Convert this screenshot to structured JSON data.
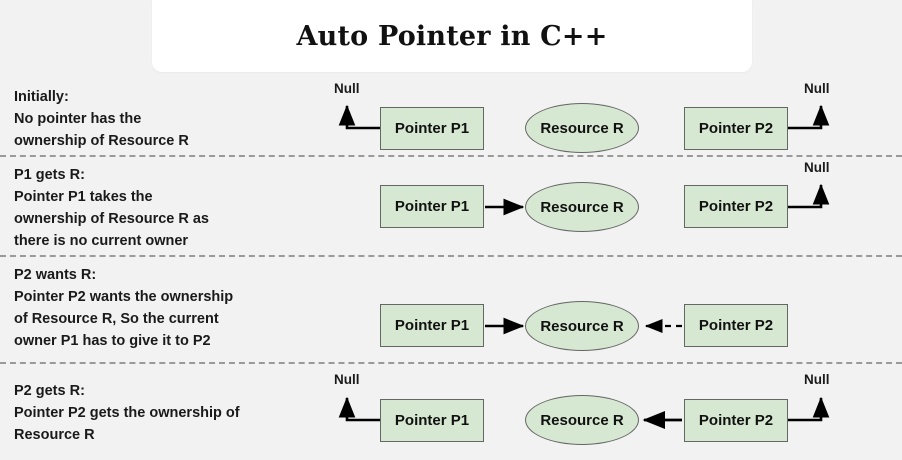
{
  "title": "Auto Pointer in C++",
  "theme": {
    "background": "#f2f2f2",
    "card_background": "#ffffff",
    "node_fill": "#d6e8d1",
    "node_stroke": "#666666",
    "text_color": "#1a1a1a",
    "separator_color": "#9a9a9a"
  },
  "labels": {
    "null": "Null",
    "pointer_p1": "Pointer P1",
    "pointer_p2": "Pointer P2",
    "resource_r": "Resource R"
  },
  "rows": [
    {
      "id": "initially",
      "heading": "Initially:",
      "description": "Initially:\nNo pointer has the\nownership of Resource R",
      "p1_null": true,
      "p2_null": true,
      "p1_to_r": "none",
      "p2_to_r": "none"
    },
    {
      "id": "p1-gets-r",
      "heading": "P1 gets R:",
      "description": "P1 gets R:\nPointer P1 takes the\nownership of Resource R as\nthere is no current owner",
      "p1_null": false,
      "p2_null": true,
      "p1_to_r": "solid",
      "p2_to_r": "none"
    },
    {
      "id": "p2-wants-r",
      "heading": "P2 wants R:",
      "description": "P2 wants R:\nPointer P2 wants the ownership\nof Resource R, So the current\nowner P1 has to give it to P2",
      "p1_null": false,
      "p2_null": false,
      "p1_to_r": "solid",
      "p2_to_r": "dashed"
    },
    {
      "id": "p2-gets-r",
      "heading": "P2 gets R:",
      "description": "P2 gets R:\nPointer P2 gets the ownership of\nResource R",
      "p1_null": true,
      "p2_null": false,
      "p1_to_r": "none",
      "p2_to_r": "solid"
    }
  ],
  "separators_y": [
    155,
    255,
    362
  ]
}
